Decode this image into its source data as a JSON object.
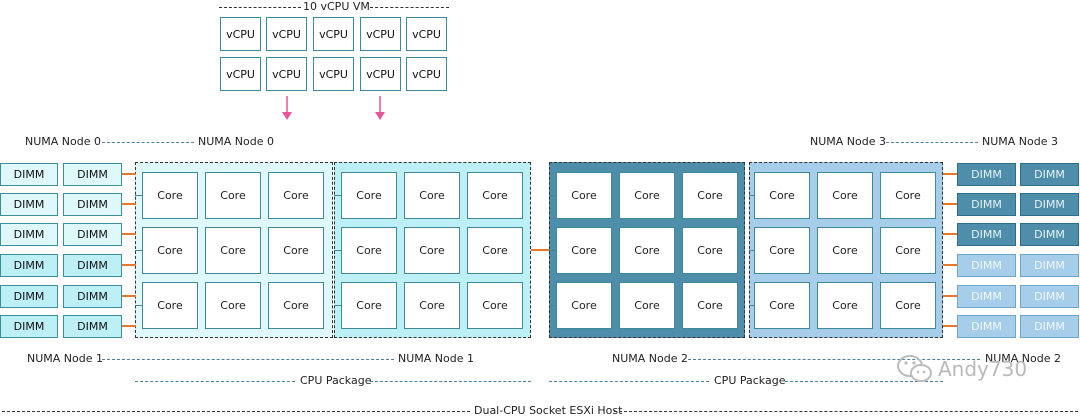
{
  "vm_title": "10 vCPU VM",
  "vcpu_label": "vCPU",
  "core_label": "Core",
  "dimm_label": "DIMM",
  "numa": {
    "top_left_a": "NUMA Node 0",
    "top_left_b": "NUMA Node 0",
    "bottom_left_a": "NUMA Node 1",
    "bottom_left_b": "NUMA Node 1",
    "top_right_a": "NUMA Node 3",
    "top_right_b": "NUMA Node 3",
    "bottom_mid": "NUMA Node 2",
    "bottom_right": "NUMA Node 2"
  },
  "cpu_package_label": "CPU Package",
  "host_label": "Dual-CPU Socket ESXi Host",
  "watermark": "Andy730",
  "colors": {
    "node0_bg": "#dff8fb",
    "node1_bg": "#bdf0f6",
    "node2_bg": "#4f8eab",
    "node3_bg": "#a6cdea",
    "wire": "#e8772e",
    "arrow": "#e8559a"
  }
}
